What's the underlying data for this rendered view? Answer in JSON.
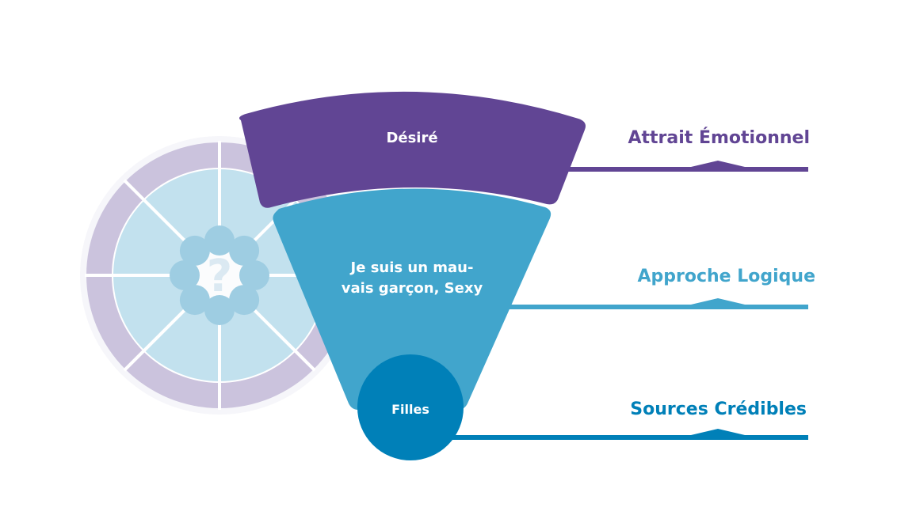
{
  "diagram": {
    "wheel": {
      "center_glyph": "?",
      "segments": 8,
      "colors": {
        "ring": "#cbc3dd",
        "inner": "#c2e1ee",
        "blob": "#9ecde2",
        "glyph": "#dbe9f2",
        "halo": "#f6f6fa"
      }
    },
    "funnel": {
      "top": {
        "label": "Désiré",
        "color": "#614594"
      },
      "middle": {
        "label_line1": "Je suis un mau-",
        "label_line2": "vais garçon, Sexy",
        "color": "#41a5cc"
      },
      "bottom": {
        "label": "Filles",
        "color": "#0080b8"
      }
    },
    "callouts": [
      {
        "label": "Attrait Émotionnel",
        "color": "#614594"
      },
      {
        "label": "Approche Logique",
        "color": "#41a5cc"
      },
      {
        "label": "Sources Crédibles",
        "color": "#0080b8"
      }
    ]
  }
}
